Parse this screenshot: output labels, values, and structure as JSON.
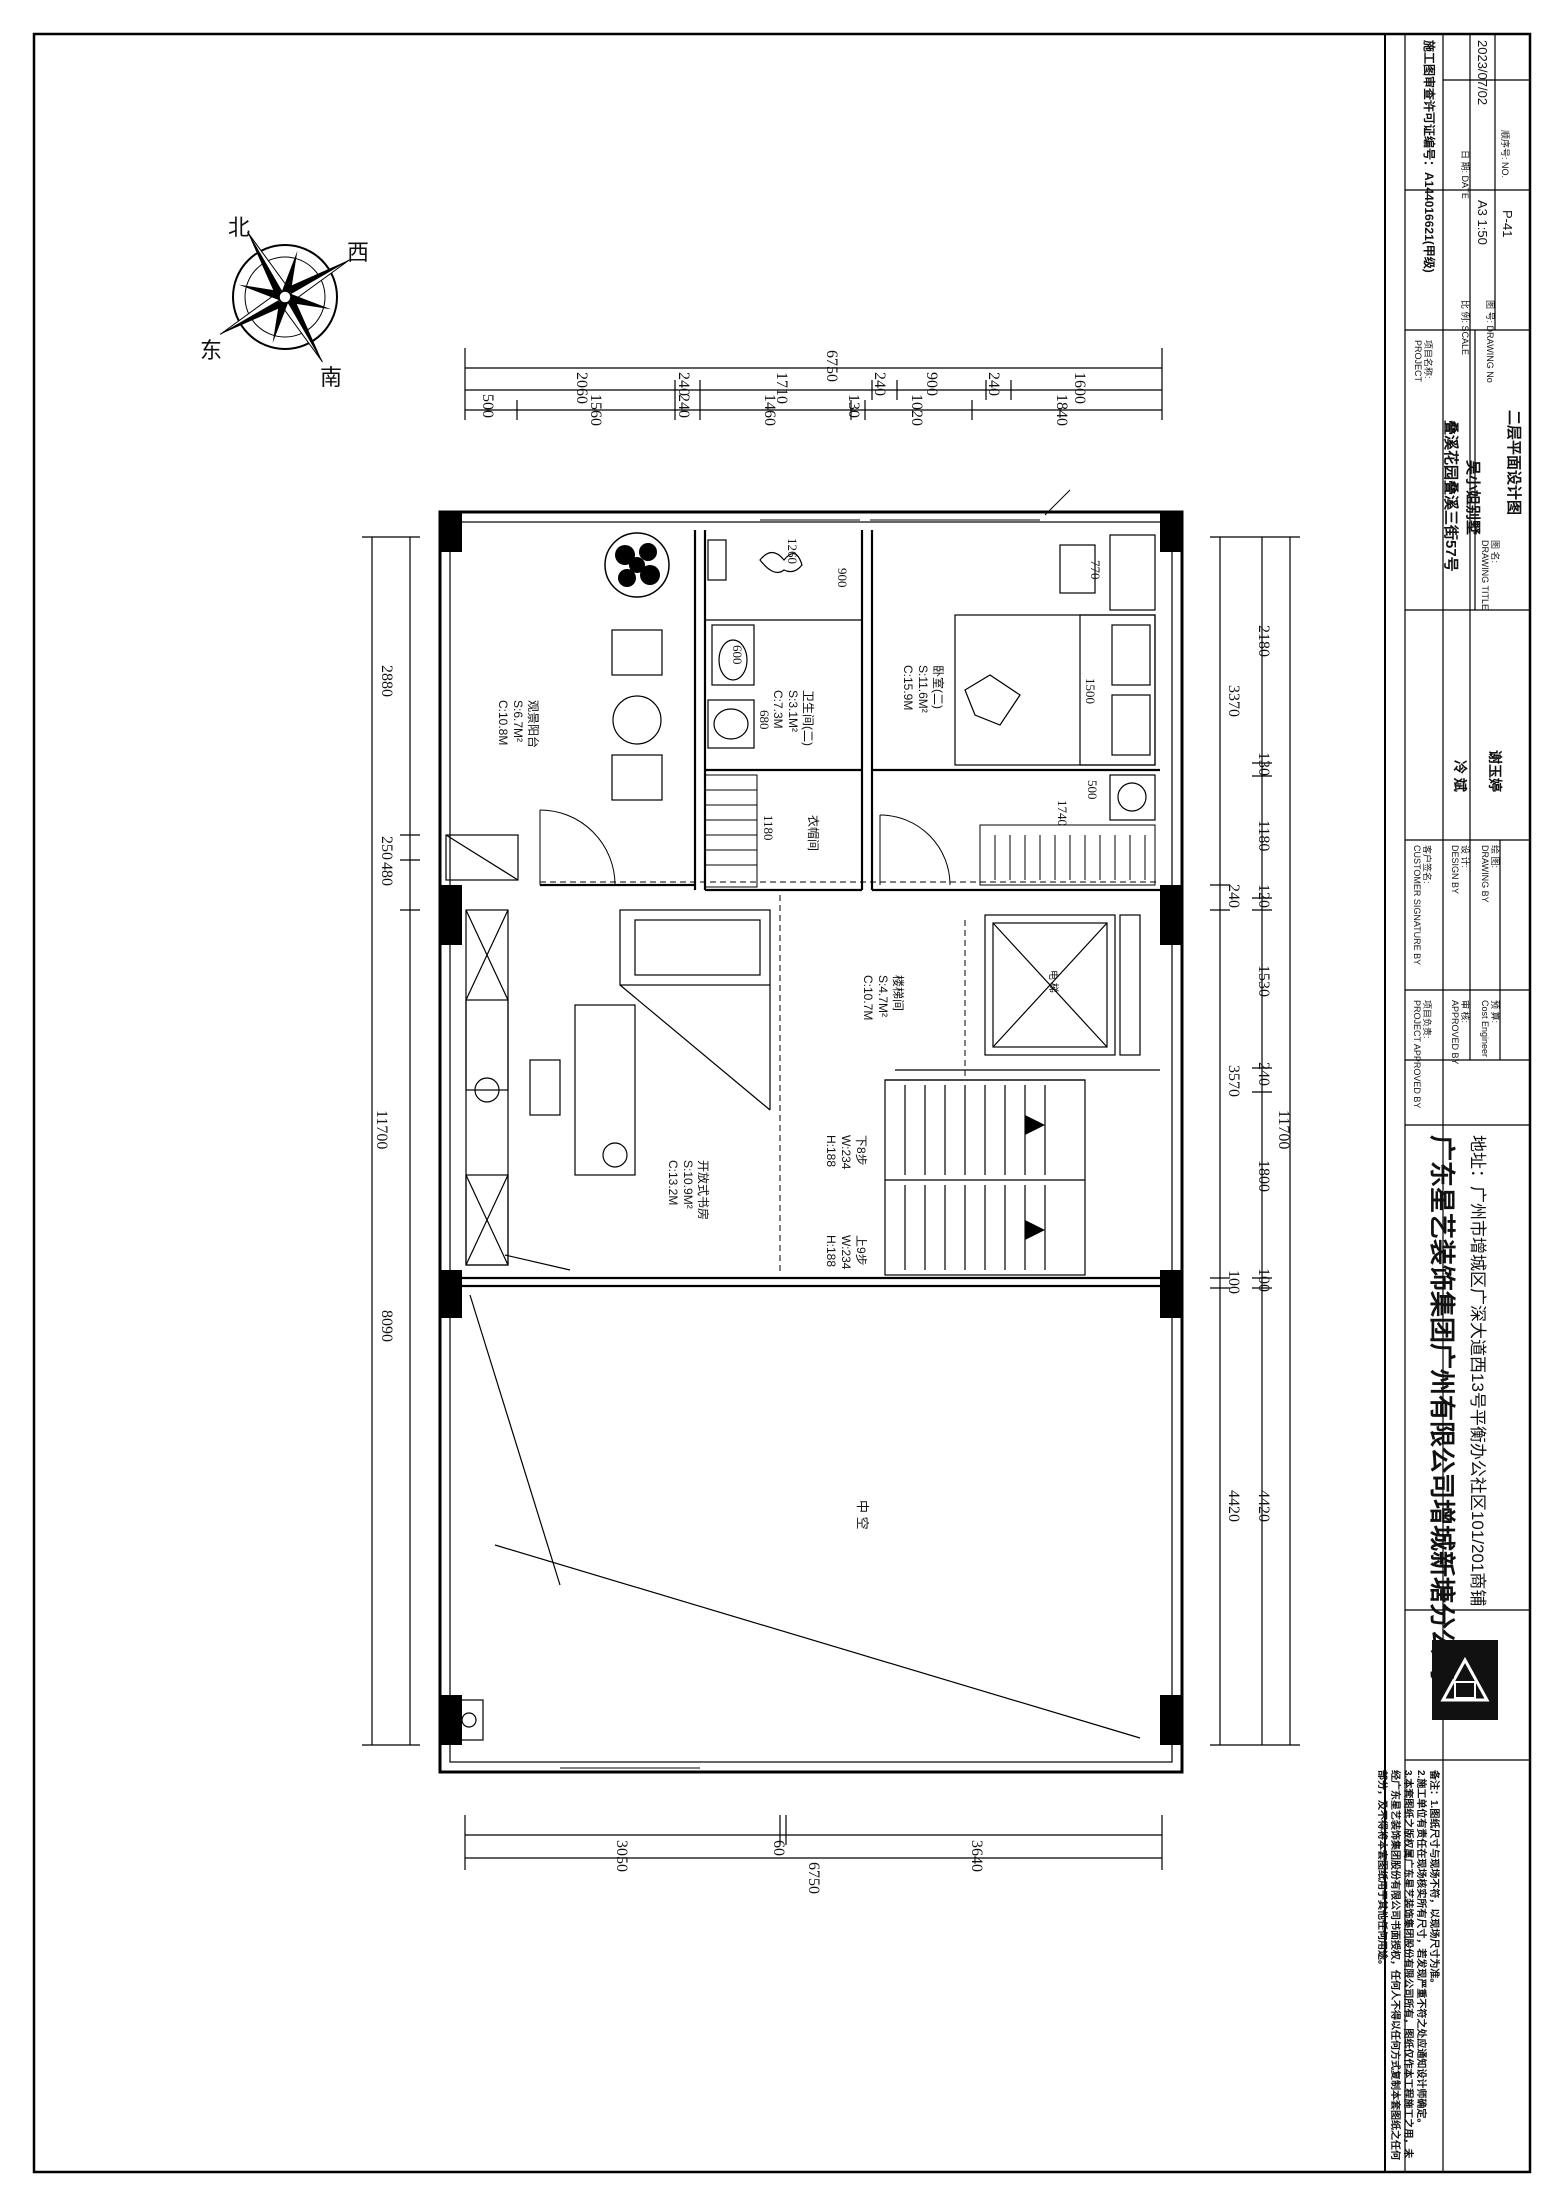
{
  "company": {
    "name": "广东星艺装饰集团广州有限公司增城新塘分公司",
    "address": "地址：广州市增城区广深大道西13号平衡办公社区101/201商铺"
  },
  "notes": [
    "备注：1.图纸尺寸与现场不符，以现场尺寸为准。",
    "2.施工单位有责任在现场核实所有尺寸，若发现严重不符之处应通知设计师确定。",
    "3.本套图纸之版权属广东星艺装饰集团股份有限公司所有，图纸仅作本工程施工之用，未经广东星艺装饰集团股份有限公司书面授权，任何人不得以任何方式复制本套图纸之任何部分，及不得将本套图纸用于其他任何用途。"
  ],
  "title_block": {
    "cert_label": "施工图审查许可证编号：",
    "cert_no": "A144016621(甲级)",
    "scale_label": "比 例:",
    "scale_en": "SCALE",
    "scale": "A3 1:50",
    "date_label": "日 期:",
    "date_en": "DATE",
    "date": "2023/07/02",
    "drawing_no_label": "图 号:",
    "drawing_no_en": "DRAWING No",
    "drawing_no": "P-41",
    "seq_label": "顺序号:",
    "seq_en": "NO.",
    "project_label": "项目名称:",
    "project_en": "PROJECT",
    "project": "叠溪花园叠溪三街57号",
    "project_sub": "吴小姐别墅",
    "drawing_title_label": "图 名:",
    "drawing_title_en": "DRAWING TITLE",
    "drawing_title": "二层平面设计图",
    "customer_label": "客户签名:",
    "customer_en": "CUSTOMER SIGNATURE BY",
    "designer_label": "设 计:",
    "designer_en": "DESIGN BY",
    "designer": "冷 斌",
    "drafter_label": "绘 图:",
    "drafter_en": "DRAWING BY",
    "drafter": "谢玉婷",
    "manager_label": "项目负责:",
    "manager_en": "PROJECT APPROVED BY",
    "reviewer_label": "审 核:",
    "reviewer_en": "APPROVED BY",
    "budget_label": "预 算:",
    "budget_en": "Cost Engineer"
  },
  "compass": {
    "north": "北",
    "south": "南",
    "east": "东",
    "west": "西"
  },
  "dimensions": {
    "top_total": "6750",
    "top_row1": [
      "2060",
      "240",
      "1710",
      "240",
      "900",
      "240",
      "1600"
    ],
    "top_row2": [
      "500",
      "1560",
      "240",
      "1460",
      "130",
      "1020",
      "1840"
    ],
    "bottom_total": "6750",
    "bottom_row": [
      "3050",
      "60",
      "3640"
    ],
    "left_total": "11700",
    "left_row1": [
      "2880",
      "250",
      "480",
      "8090"
    ],
    "right_total": "11700",
    "right_row1": [
      "3370",
      "240",
      "3570",
      "100",
      "4420"
    ],
    "right_row2": [
      "2180",
      "130",
      "1180",
      "120",
      "1530",
      "240",
      "1800",
      "100",
      "4420"
    ]
  },
  "rooms": {
    "balcony": {
      "name": "观景阳台",
      "area": "S:6.7M²",
      "perimeter": "C:10.8M"
    },
    "bathroom": {
      "name": "卫生间(二)",
      "area": "S:3.1M²",
      "perimeter": "C:7.3M"
    },
    "bedroom": {
      "name": "卧室(二)",
      "area": "S:11.6M²",
      "perimeter": "C:15.9M"
    },
    "cloakroom": {
      "name": "衣帽间"
    },
    "stairhall": {
      "name": "楼梯间",
      "area": "S:4.7M²",
      "perimeter": "C:10.7M"
    },
    "study": {
      "name": "开放式书房",
      "area": "S:10.9M²",
      "perimeter": "C:13.2M"
    },
    "atrium": {
      "name": "中 空"
    },
    "elevator": {
      "name": "电 梯"
    }
  },
  "stairs": {
    "down": {
      "label": "下8步",
      "w": "W:234",
      "h": "H:188"
    },
    "up": {
      "label": "上9步",
      "w": "W:234",
      "h": "H:188"
    }
  },
  "inner_dims": {
    "bath_1260": "1260",
    "bath_900": "900",
    "bath_600": "600",
    "bath_680": "680",
    "closet_1180": "1180",
    "bed_770": "770",
    "bed_1500": "1500",
    "bed_500": "500",
    "bed_1740": "1740"
  }
}
